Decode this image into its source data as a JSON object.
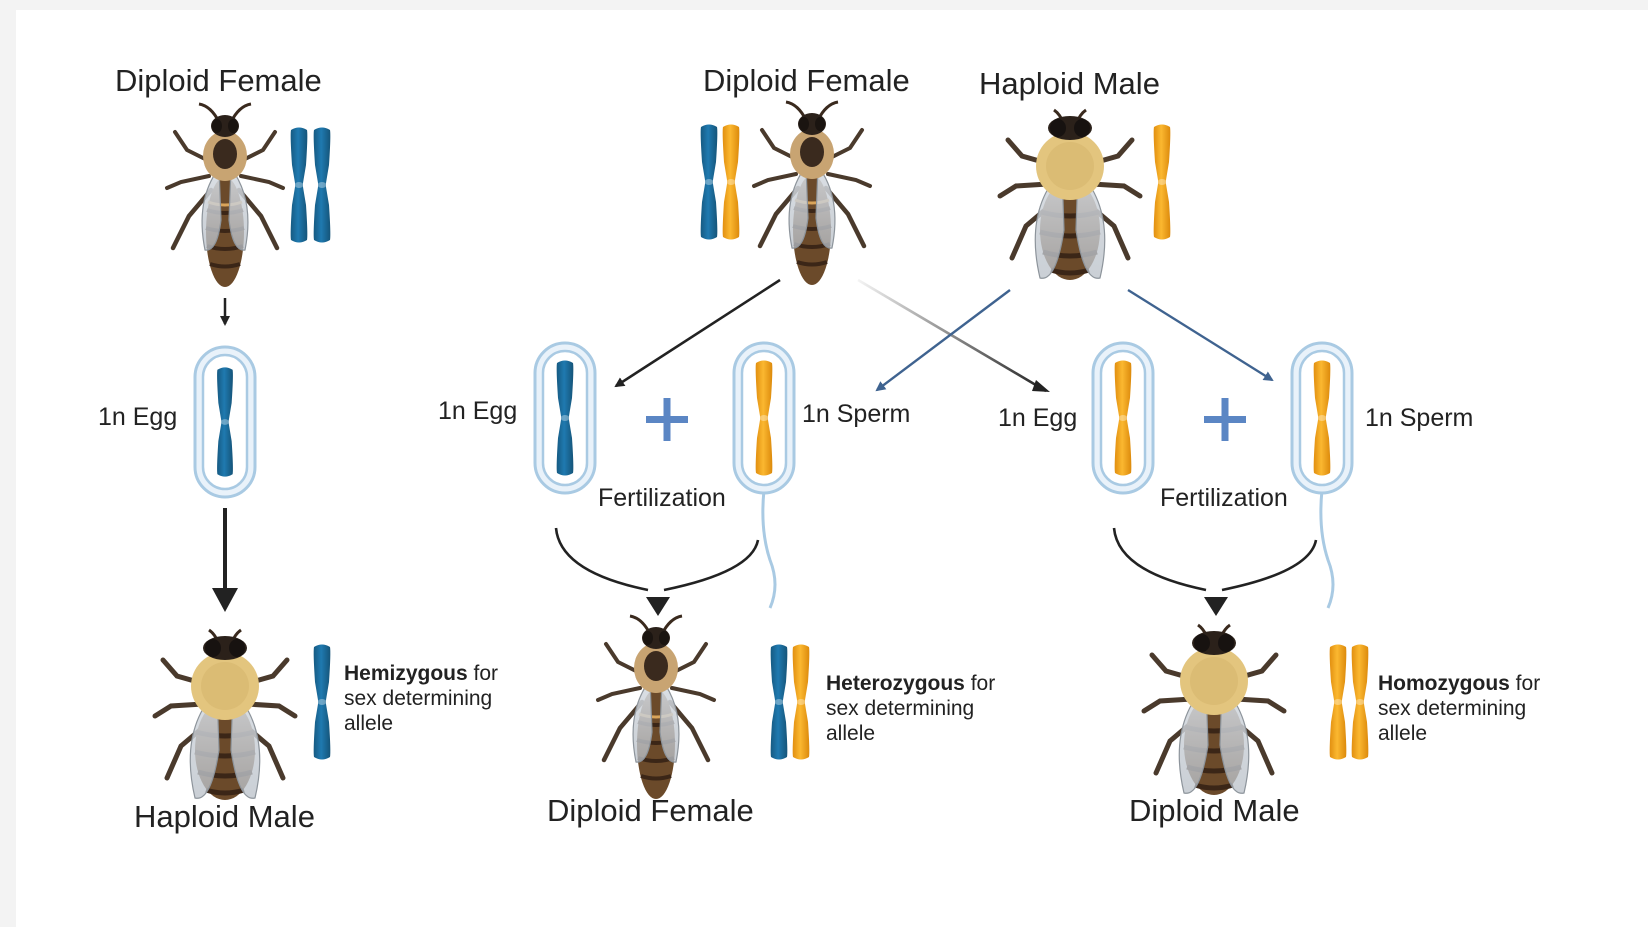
{
  "colors": {
    "blue": "#1c6e9e",
    "orange": "#f3a51f",
    "arrow_dark": "#222222",
    "arrow_blue": "#3f6390",
    "plus": "#5b86c4",
    "cell_ring": "#9fc4e0"
  },
  "left": {
    "title_top": "Diploid Female",
    "egg_label": "1n Egg",
    "title_bottom": "Haploid Male",
    "note_bold": "Hemizygous",
    "note_line1_rest": " for",
    "note_line2": "sex determining",
    "note_line3": "allele"
  },
  "right": {
    "female_title": "Diploid Female",
    "male_title": "Haploid Male",
    "cross1": {
      "egg_label": "1n Egg",
      "sperm_label": "1n Sperm",
      "fert_label": "Fertilization",
      "result_title": "Diploid Female",
      "note_bold": "Heterozygous",
      "note_line1_rest": " for",
      "note_line2": "sex determining",
      "note_line3": "allele"
    },
    "cross2": {
      "egg_label": "1n Egg",
      "sperm_label": "1n Sperm",
      "fert_label": "Fertilization",
      "result_title": "Diploid Male",
      "note_bold": "Homozygous",
      "note_line1_rest": " for",
      "note_line2": "sex determining",
      "note_line3": "allele"
    }
  },
  "icons": {
    "bee": "honeybee-icon",
    "chromosome": "chromosome-icon",
    "gamete": "gamete-cell-icon",
    "plus": "plus-icon"
  }
}
